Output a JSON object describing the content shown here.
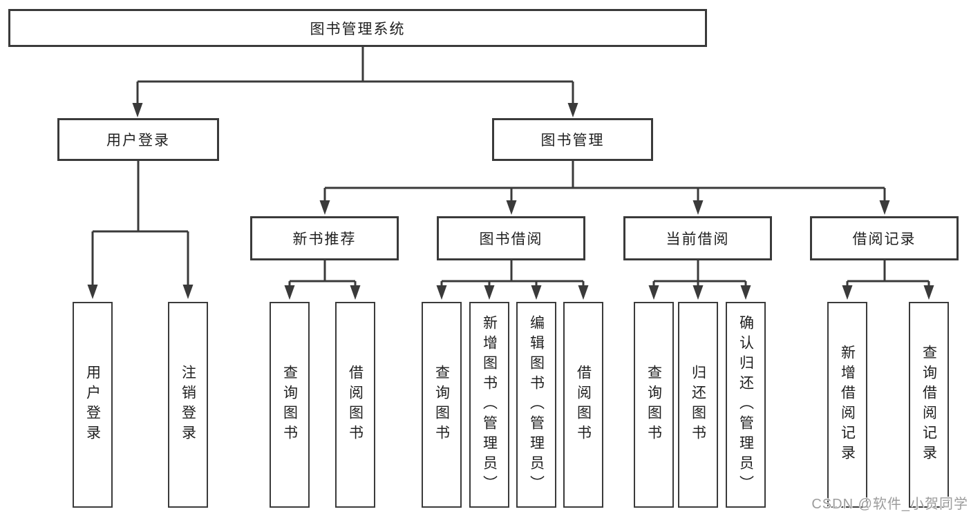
{
  "diagram": {
    "type": "hierarchy-tree",
    "tree": {
      "label": "图书管理系统",
      "children": [
        {
          "label": "用户登录",
          "children": [
            {
              "label": "用户登录"
            },
            {
              "label": "注销登录"
            }
          ]
        },
        {
          "label": "图书管理",
          "children": [
            {
              "label": "新书推荐",
              "children": [
                {
                  "label": "查询图书"
                },
                {
                  "label": "借阅图书"
                }
              ]
            },
            {
              "label": "图书借阅",
              "children": [
                {
                  "label": "查询图书"
                },
                {
                  "label": "新增图书（管理员）"
                },
                {
                  "label": "编辑图书（管理员）"
                },
                {
                  "label": "借阅图书"
                }
              ]
            },
            {
              "label": "当前借阅",
              "children": [
                {
                  "label": "查询图书"
                },
                {
                  "label": "归还图书"
                },
                {
                  "label": "确认归还（管理员）"
                }
              ]
            },
            {
              "label": "借阅记录",
              "children": [
                {
                  "label": "新增借阅记录"
                },
                {
                  "label": "查询借阅记录"
                }
              ]
            }
          ]
        }
      ]
    },
    "colors": {
      "box_border": "#3a3a3a",
      "connector_line": "#3a3a3a",
      "text": "#1f1f1f",
      "background": "#ffffff",
      "watermark": "#9c9c9c"
    }
  },
  "watermark": {
    "text": "CSDN @软件_小贺同学"
  }
}
